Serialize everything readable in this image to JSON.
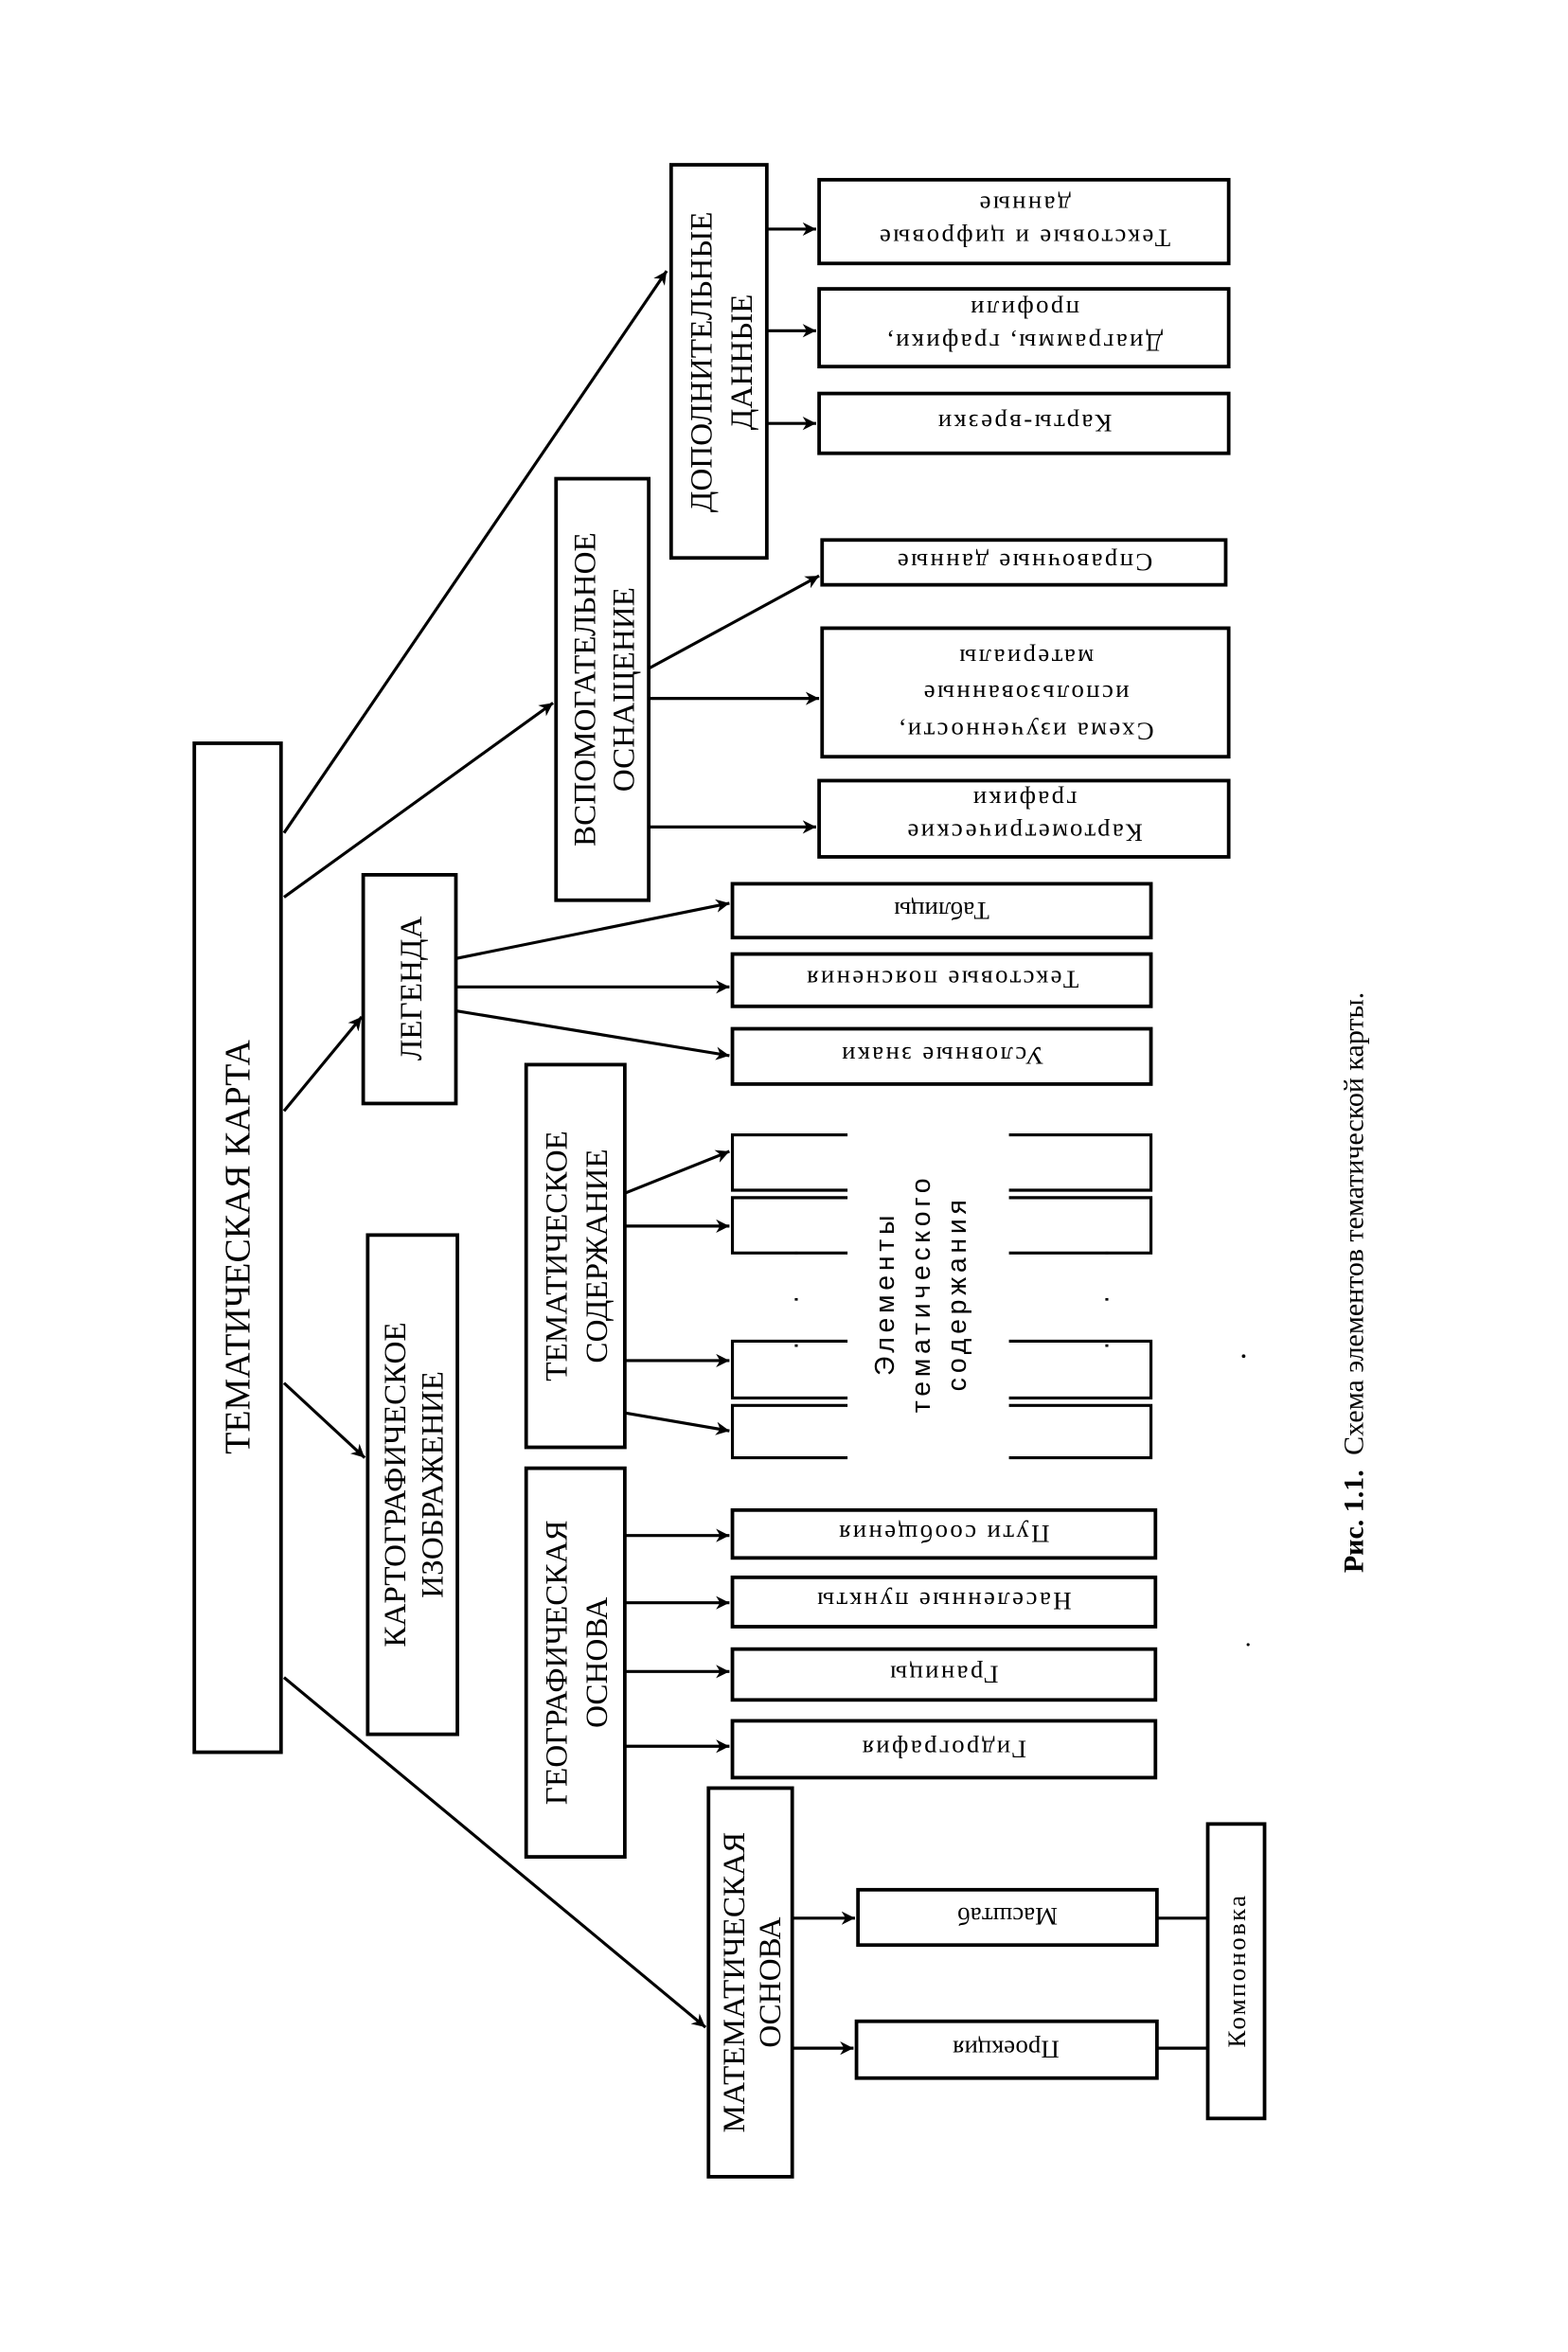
{
  "figure": {
    "root": {
      "label": "ТЕМАТИЧЕСКАЯ КАРТА"
    },
    "branches": {
      "cartographic_image": {
        "lines": [
          "КАРТОГРАФИЧЕСКОЕ",
          "ИЗОБРАЖЕНИЕ"
        ]
      },
      "legend": {
        "label": "ЛЕГЕНДА",
        "children": [
          "Таблицы",
          "Текстовые пояснения",
          "Условные знаки"
        ]
      },
      "auxiliary_equipment": {
        "lines": [
          "ВСПОМОГАТЕЛЬНОЕ",
          "ОСНАЩЕНИЕ"
        ],
        "children": [
          {
            "lines": [
              "Справочные данные"
            ]
          },
          {
            "lines": [
              "Схема изученности,",
              "использованные",
              "материалы"
            ]
          },
          {
            "lines": [
              "Картометрические",
              "графики"
            ]
          }
        ]
      },
      "additional_data": {
        "lines": [
          "ДОПОЛНИТЕЛЬНЫЕ",
          "ДАННЫЕ"
        ],
        "children": [
          {
            "lines": [
              "Текстовые и цифровые",
              "данные"
            ]
          },
          {
            "lines": [
              "Диаграммы, графики,",
              "профили"
            ]
          },
          {
            "lines": [
              "Карты-врезки"
            ]
          }
        ]
      },
      "thematic_content": {
        "lines": [
          "ТЕМАТИЧЕСКОЕ",
          "СОДЕРЖАНИЕ"
        ],
        "elements_label": [
          "Элементы",
          "тематического",
          "содержания"
        ],
        "ellipsis": "· · ·"
      },
      "geographic_base": {
        "lines": [
          "ГЕОГРАФИЧЕСКАЯ",
          "ОСНОВА"
        ],
        "children": [
          "Пути сообщения",
          "Населенные пункты",
          "Границы",
          "Гидрография"
        ]
      },
      "mathematical_base": {
        "lines": [
          "МАТЕМАТИЧЕСКАЯ",
          "ОСНОВА"
        ],
        "children": [
          "Масштаб",
          "Проекция"
        ],
        "layout_label": "Компоновка"
      }
    },
    "caption": {
      "number": "Рис. 1.1.",
      "text": "Схема элементов тематической карты."
    }
  }
}
